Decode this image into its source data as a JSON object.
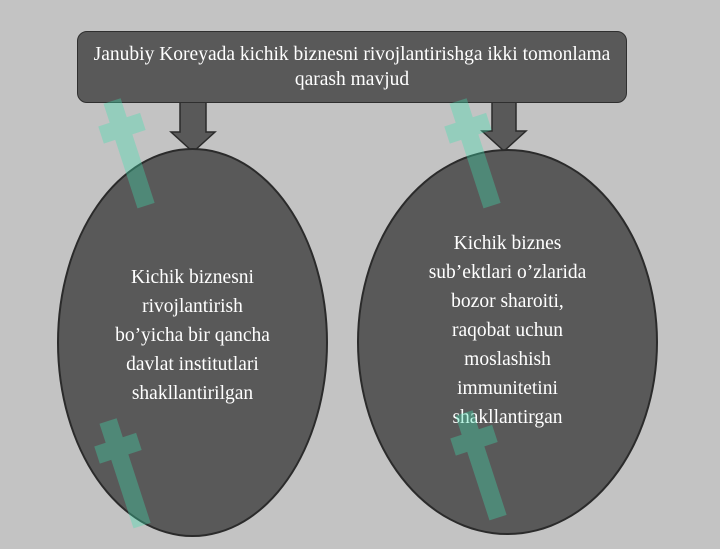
{
  "colors": {
    "background": "#c3c3c3",
    "shape_fill": "#595959",
    "shape_outline": "#2b2b2b",
    "text": "#ffffff",
    "watermark": "#3fe0b0",
    "edge_accent_top": "#c0151f",
    "edge_accent_bottom": "#000000"
  },
  "diagram": {
    "title": "Janubiy Koreyada kichik biznesni rivojlantirishga ikki tomonlama qarash mavjud",
    "nodes": [
      {
        "id": "left",
        "text": "Kichik biznesni rivojlantirish bo’yicha bir qancha davlat institutlari shakllantirilgan"
      },
      {
        "id": "right",
        "text": "Kichik biznes sub’ektlari o’zlarida bozor sharoiti, raqobat uchun moslashish immunitetini shakllantirgan"
      }
    ],
    "edges": [
      {
        "from": "title",
        "to": "left"
      },
      {
        "from": "title",
        "to": "right"
      }
    ]
  },
  "icons": [
    "watermark-logo-icon",
    "down-arrow-icon"
  ]
}
